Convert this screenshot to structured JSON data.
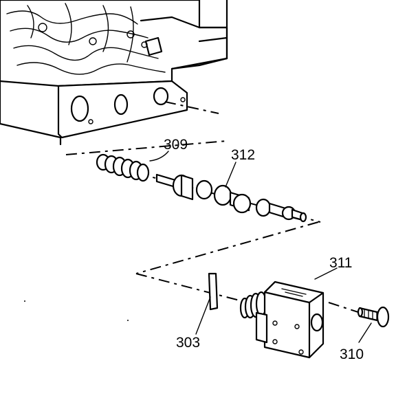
{
  "callouts": {
    "spring": "309",
    "valve": "312",
    "solenoid": "311",
    "retainer": "303",
    "bolt": "310"
  }
}
